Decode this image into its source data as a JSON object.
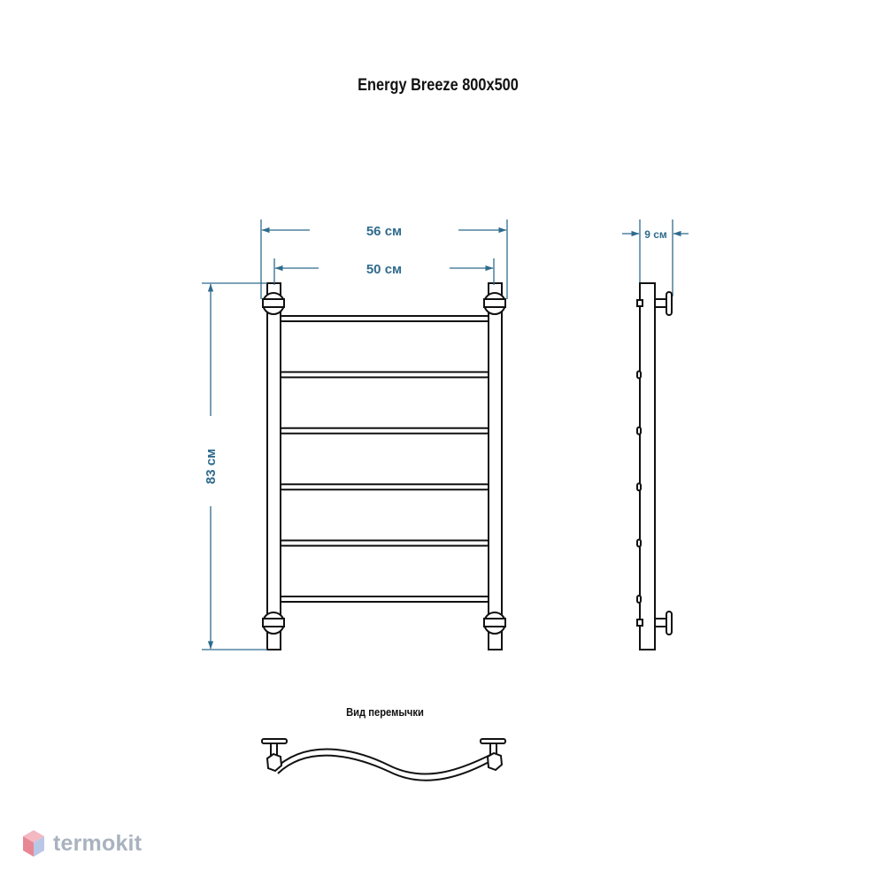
{
  "title": "Energy Breeze 800x500",
  "dimensions": {
    "overall_width": "56 см",
    "pipe_spacing": "50 см",
    "height": "83 см",
    "depth": "9 см"
  },
  "crossbar_view_caption": "Вид перемычки",
  "rung_count": 6,
  "logo": {
    "text": "termokit",
    "icon": "cube-icon"
  },
  "colors": {
    "dimension": "#2f6b8d",
    "drawing": "#111111",
    "logo": "#a9b2bf"
  }
}
